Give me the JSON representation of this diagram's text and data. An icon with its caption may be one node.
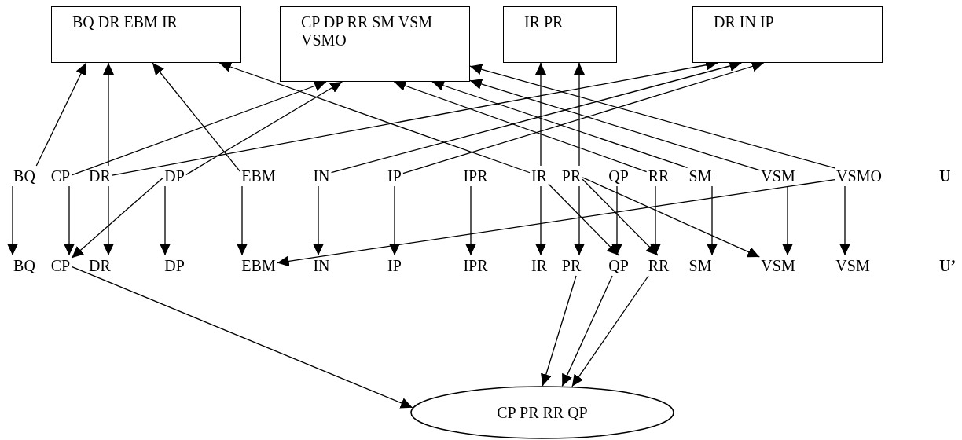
{
  "diagram": {
    "nodes": [
      {
        "text": [
          "BQ DR EBM IR"
        ]
      },
      {
        "text": [
          "CP DP RR SM VSM VSMO"
        ]
      },
      {
        "text": [
          "IR PR"
        ]
      },
      {
        "text": [
          "DR IN IP"
        ]
      },
      {
        "text": [
          "BQ"
        ]
      },
      {
        "text": [
          "CP"
        ]
      },
      {
        "text": [
          "DR"
        ]
      },
      {
        "text": [
          "DP"
        ]
      },
      {
        "text": [
          "EBM"
        ]
      },
      {
        "text": [
          "IN"
        ]
      },
      {
        "text": [
          "IP"
        ]
      },
      {
        "text": [
          "IPR"
        ]
      },
      {
        "text": [
          "IR"
        ]
      },
      {
        "text": [
          "PR"
        ]
      },
      {
        "text": [
          "QP"
        ]
      },
      {
        "text": [
          "RR"
        ]
      },
      {
        "text": [
          "SM"
        ]
      },
      {
        "text": [
          "VSM"
        ]
      },
      {
        "text": [
          "VSMO"
        ]
      },
      {
        "text": [
          "BQ"
        ]
      },
      {
        "text": [
          "CP"
        ]
      },
      {
        "text": [
          "DR"
        ]
      },
      {
        "text": [
          "DP"
        ]
      },
      {
        "text": [
          "EBM"
        ]
      },
      {
        "text": [
          "IN"
        ]
      },
      {
        "text": [
          "IP"
        ]
      },
      {
        "text": [
          "IPR"
        ]
      },
      {
        "text": [
          "IR"
        ]
      },
      {
        "text": [
          "PR"
        ]
      },
      {
        "text": [
          "QP"
        ]
      },
      {
        "text": [
          "RR"
        ]
      },
      {
        "text": [
          "SM"
        ]
      },
      {
        "text": [
          "VSM"
        ]
      },
      {
        "text": [
          "VSM"
        ]
      },
      {
        "text": [
          "CP PR RR QP"
        ]
      }
    ],
    "edges": [
      {
        "from": 4,
        "to": 0,
        "arrow": "to"
      },
      {
        "from": 6,
        "to": 0,
        "arrow": "to"
      },
      {
        "from": 8,
        "to": 0,
        "arrow": "to"
      },
      {
        "from": 12,
        "to": 0,
        "arrow": "to"
      },
      {
        "from": 5,
        "to": 1,
        "arrow": "to"
      },
      {
        "from": 7,
        "to": 1,
        "arrow": "to"
      },
      {
        "from": 15,
        "to": 1,
        "arrow": "to"
      },
      {
        "from": 16,
        "to": 1,
        "arrow": "to"
      },
      {
        "from": 17,
        "to": 1,
        "arrow": "to"
      },
      {
        "from": 18,
        "to": 1,
        "arrow": "to"
      },
      {
        "from": 12,
        "to": 2,
        "arrow": "to"
      },
      {
        "from": 13,
        "to": 2,
        "arrow": "to"
      },
      {
        "from": 6,
        "to": 3,
        "arrow": "to"
      },
      {
        "from": 9,
        "to": 3,
        "arrow": "to"
      },
      {
        "from": 10,
        "to": 3,
        "arrow": "to"
      },
      {
        "from": 4,
        "to": 19,
        "arrow": "to"
      },
      {
        "from": 5,
        "to": 20,
        "arrow": "to"
      },
      {
        "from": 6,
        "to": 21,
        "arrow": "to"
      },
      {
        "from": 7,
        "to": 22,
        "arrow": "to"
      },
      {
        "from": 8,
        "to": 23,
        "arrow": "to"
      },
      {
        "from": 9,
        "to": 24,
        "arrow": "to"
      },
      {
        "from": 10,
        "to": 25,
        "arrow": "to"
      },
      {
        "from": 11,
        "to": 26,
        "arrow": "to"
      },
      {
        "from": 12,
        "to": 27,
        "arrow": "to"
      },
      {
        "from": 13,
        "to": 28,
        "arrow": "to"
      },
      {
        "from": 14,
        "to": 29,
        "arrow": "to"
      },
      {
        "from": 15,
        "to": 30,
        "arrow": "to"
      },
      {
        "from": 16,
        "to": 31,
        "arrow": "to"
      },
      {
        "from": 17,
        "to": 32,
        "arrow": "to"
      },
      {
        "from": 18,
        "to": 33,
        "arrow": "to"
      },
      {
        "from": 7,
        "to": 20,
        "arrow": "to"
      },
      {
        "from": 12,
        "to": 29,
        "arrow": "to"
      },
      {
        "from": 13,
        "to": 30,
        "arrow": "to"
      },
      {
        "from": 13,
        "to": 32,
        "arrow": "to"
      },
      {
        "from": 18,
        "to": 23,
        "arrow": "to"
      },
      {
        "from": 20,
        "to": 34,
        "arrow": "to"
      },
      {
        "from": 28,
        "to": 34,
        "arrow": "to"
      },
      {
        "from": 29,
        "to": 34,
        "arrow": "to"
      },
      {
        "from": 30,
        "to": 34,
        "arrow": "to"
      }
    ],
    "labels": [
      "U",
      "U’"
    ]
  }
}
